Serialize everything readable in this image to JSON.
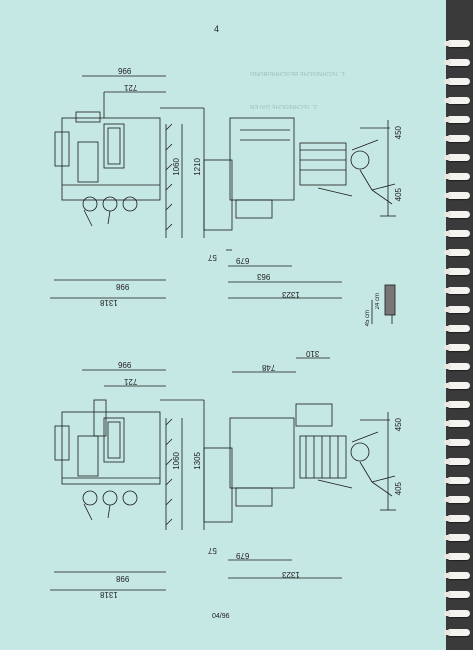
{
  "page_number": "4",
  "footer_code": "04/96",
  "bleed_through": {
    "line_a": "1. TECHNISCHE BESCHREIBUNG",
    "line_b": "2. TECHNISCHE DATEN"
  },
  "drawings": [
    {
      "id": "upper",
      "dims": {
        "width_top": "996",
        "width_inner": "721",
        "height_inner": "1060",
        "height_outer": "1210",
        "width_bottom": "998",
        "width_overall": "1318",
        "side_width": "963",
        "side_inner": "679",
        "side_offset": "57",
        "side_overall": "1323",
        "operator_top": "450",
        "operator_bottom": "405"
      }
    },
    {
      "id": "lower",
      "dims": {
        "width_top": "996",
        "width_inner": "721",
        "height_inner": "1060",
        "height_outer": "1305",
        "width_bottom": "998",
        "width_overall": "1318",
        "side_top_a": "748",
        "side_top_b": "310",
        "side_inner": "679",
        "side_offset": "57",
        "side_overall": "1323",
        "operator_top": "450",
        "operator_bottom": "405"
      }
    }
  ],
  "detail": {
    "dim_a": "24 cm",
    "dim_b": "45 cm"
  }
}
